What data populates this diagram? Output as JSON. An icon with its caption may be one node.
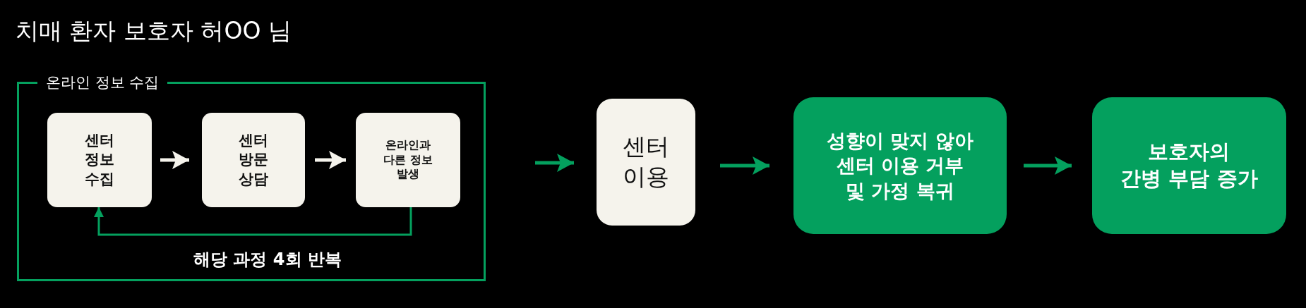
{
  "diagram": {
    "title": "치매 환자 보호자 허OO 님",
    "nodes": [
      {
        "text": [
          "온라인 정보 수집"
        ]
      },
      {
        "text": [
          "센터 정보 수집"
        ],
        "in": 0
      },
      {
        "text": [
          "센터 방문 상담"
        ],
        "in": 0
      },
      {
        "text": [
          "온라인과 다른 정보 발생"
        ],
        "in": 0
      },
      {
        "text": [
          "센터 이용"
        ]
      },
      {
        "text": [
          "성향이 맞지 않아 센터 이용 거부 및 가정 복귀"
        ]
      },
      {
        "text": [
          "보호자의 간병 부담 증가"
        ]
      }
    ],
    "edges": [
      {
        "from": 1,
        "to": 2,
        "arrow": "to",
        "color": "#f5f3ec"
      },
      {
        "from": 2,
        "to": 3,
        "arrow": "to",
        "color": "#f5f3ec"
      },
      {
        "from": 3,
        "to": 1,
        "arrow": "to",
        "label": "해당 과정 4회 반복"
      },
      {
        "from": 0,
        "to": 4,
        "arrow": "to"
      },
      {
        "from": 4,
        "to": 5,
        "arrow": "to"
      },
      {
        "from": 5,
        "to": 6,
        "arrow": "to"
      }
    ]
  }
}
